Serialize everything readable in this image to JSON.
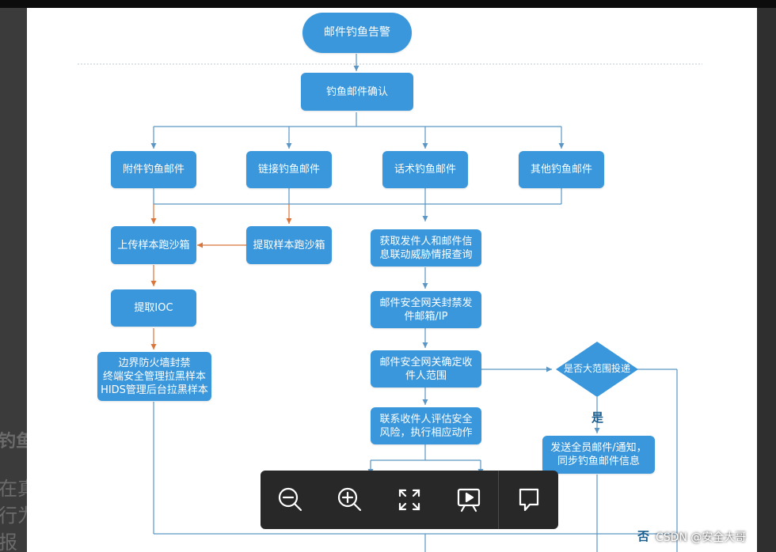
{
  "diagram": {
    "start": "邮件钓鱼告警",
    "confirm": "钓鱼邮件确认",
    "categories": [
      "附件钓鱼邮件",
      "链接钓鱼邮件",
      "话术钓鱼邮件",
      "其他钓鱼邮件"
    ],
    "upload_sandbox": "上传样本跑沙箱",
    "extract_sandbox": "提取样本跑沙箱",
    "extract_ioc": "提取IOC",
    "block_actions": "边界防火墙封禁\n终端安全管理拉黑样本\nHIDS管理后台拉黑样本",
    "get_sender": "获取发件人和邮件信\n息联动威胁情报查询",
    "gateway_block": "邮件安全网关封禁发\n件邮箱/IP",
    "gateway_scope": "邮件安全网关确定收\n件人范围",
    "contact": "联系收件人评估安全\n风险，执行相应动作",
    "decision": "是否大范围投递",
    "yes": "是",
    "no": "否",
    "notify": "发送全员邮件/通知，\n同步钓鱼邮件信息"
  },
  "background_text": [
    "钓鱼",
    "在真",
    "行为",
    "报"
  ],
  "toolbar": {
    "buttons": [
      "zoom-out-icon",
      "zoom-in-icon",
      "fullscreen-icon",
      "slideshow-icon",
      "comment-icon"
    ]
  },
  "watermark": "CSDN @安全大哥",
  "colors": {
    "node": "#3a97dc",
    "line": "#5b96c4",
    "arrow_orange": "#d9753a",
    "toolbar": "#282828"
  }
}
